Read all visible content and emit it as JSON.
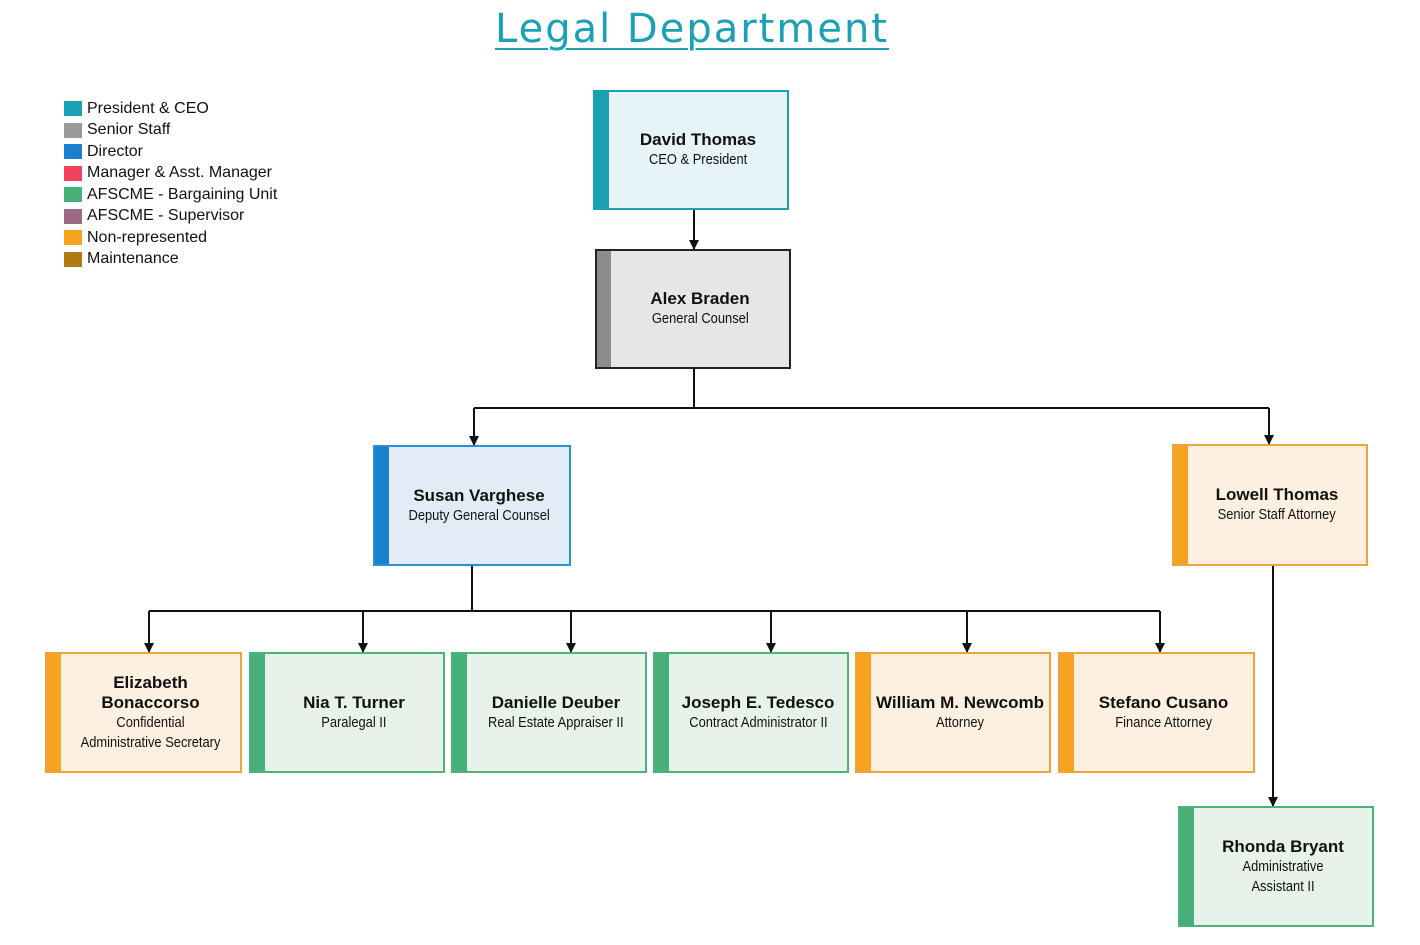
{
  "title": "Legal Department",
  "legend": [
    {
      "label": "President & CEO",
      "color": "#1ba1b4"
    },
    {
      "label": "Senior Staff",
      "color": "#9a9a9a"
    },
    {
      "label": "Director",
      "color": "#1b7fd0"
    },
    {
      "label": "Manager & Asst. Manager",
      "color": "#f0445e"
    },
    {
      "label": "AFSCME - Bargaining Unit",
      "color": "#46b078"
    },
    {
      "label": "AFSCME - Supervisor",
      "color": "#9b6a86"
    },
    {
      "label": "Non-represented",
      "color": "#f6a321"
    },
    {
      "label": "Maintenance",
      "color": "#b07a12"
    }
  ],
  "nodes": {
    "david": {
      "name": "David Thomas",
      "role": "CEO & President"
    },
    "alex": {
      "name": "Alex Braden",
      "role": "General Counsel"
    },
    "susan": {
      "name": "Susan Varghese",
      "role": "Deputy General Counsel"
    },
    "lowell": {
      "name": "Lowell Thomas",
      "role": "Senior Staff Attorney"
    },
    "elizabeth": {
      "name": "Elizabeth Bonaccorso",
      "role": "Confidential Administrative Secretary"
    },
    "nia": {
      "name": "Nia T. Turner",
      "role": "Paralegal II"
    },
    "danielle": {
      "name": "Danielle Deuber",
      "role": "Real Estate Appraiser II"
    },
    "joseph": {
      "name": "Joseph E. Tedesco",
      "role": "Contract Administrator II"
    },
    "william": {
      "name": "William M. Newcomb",
      "role": "Attorney"
    },
    "stefano": {
      "name": "Stefano Cusano",
      "role": "Finance Attorney"
    },
    "rhonda": {
      "name": "Rhonda Bryant",
      "role": "Administrative Assistant II"
    }
  }
}
